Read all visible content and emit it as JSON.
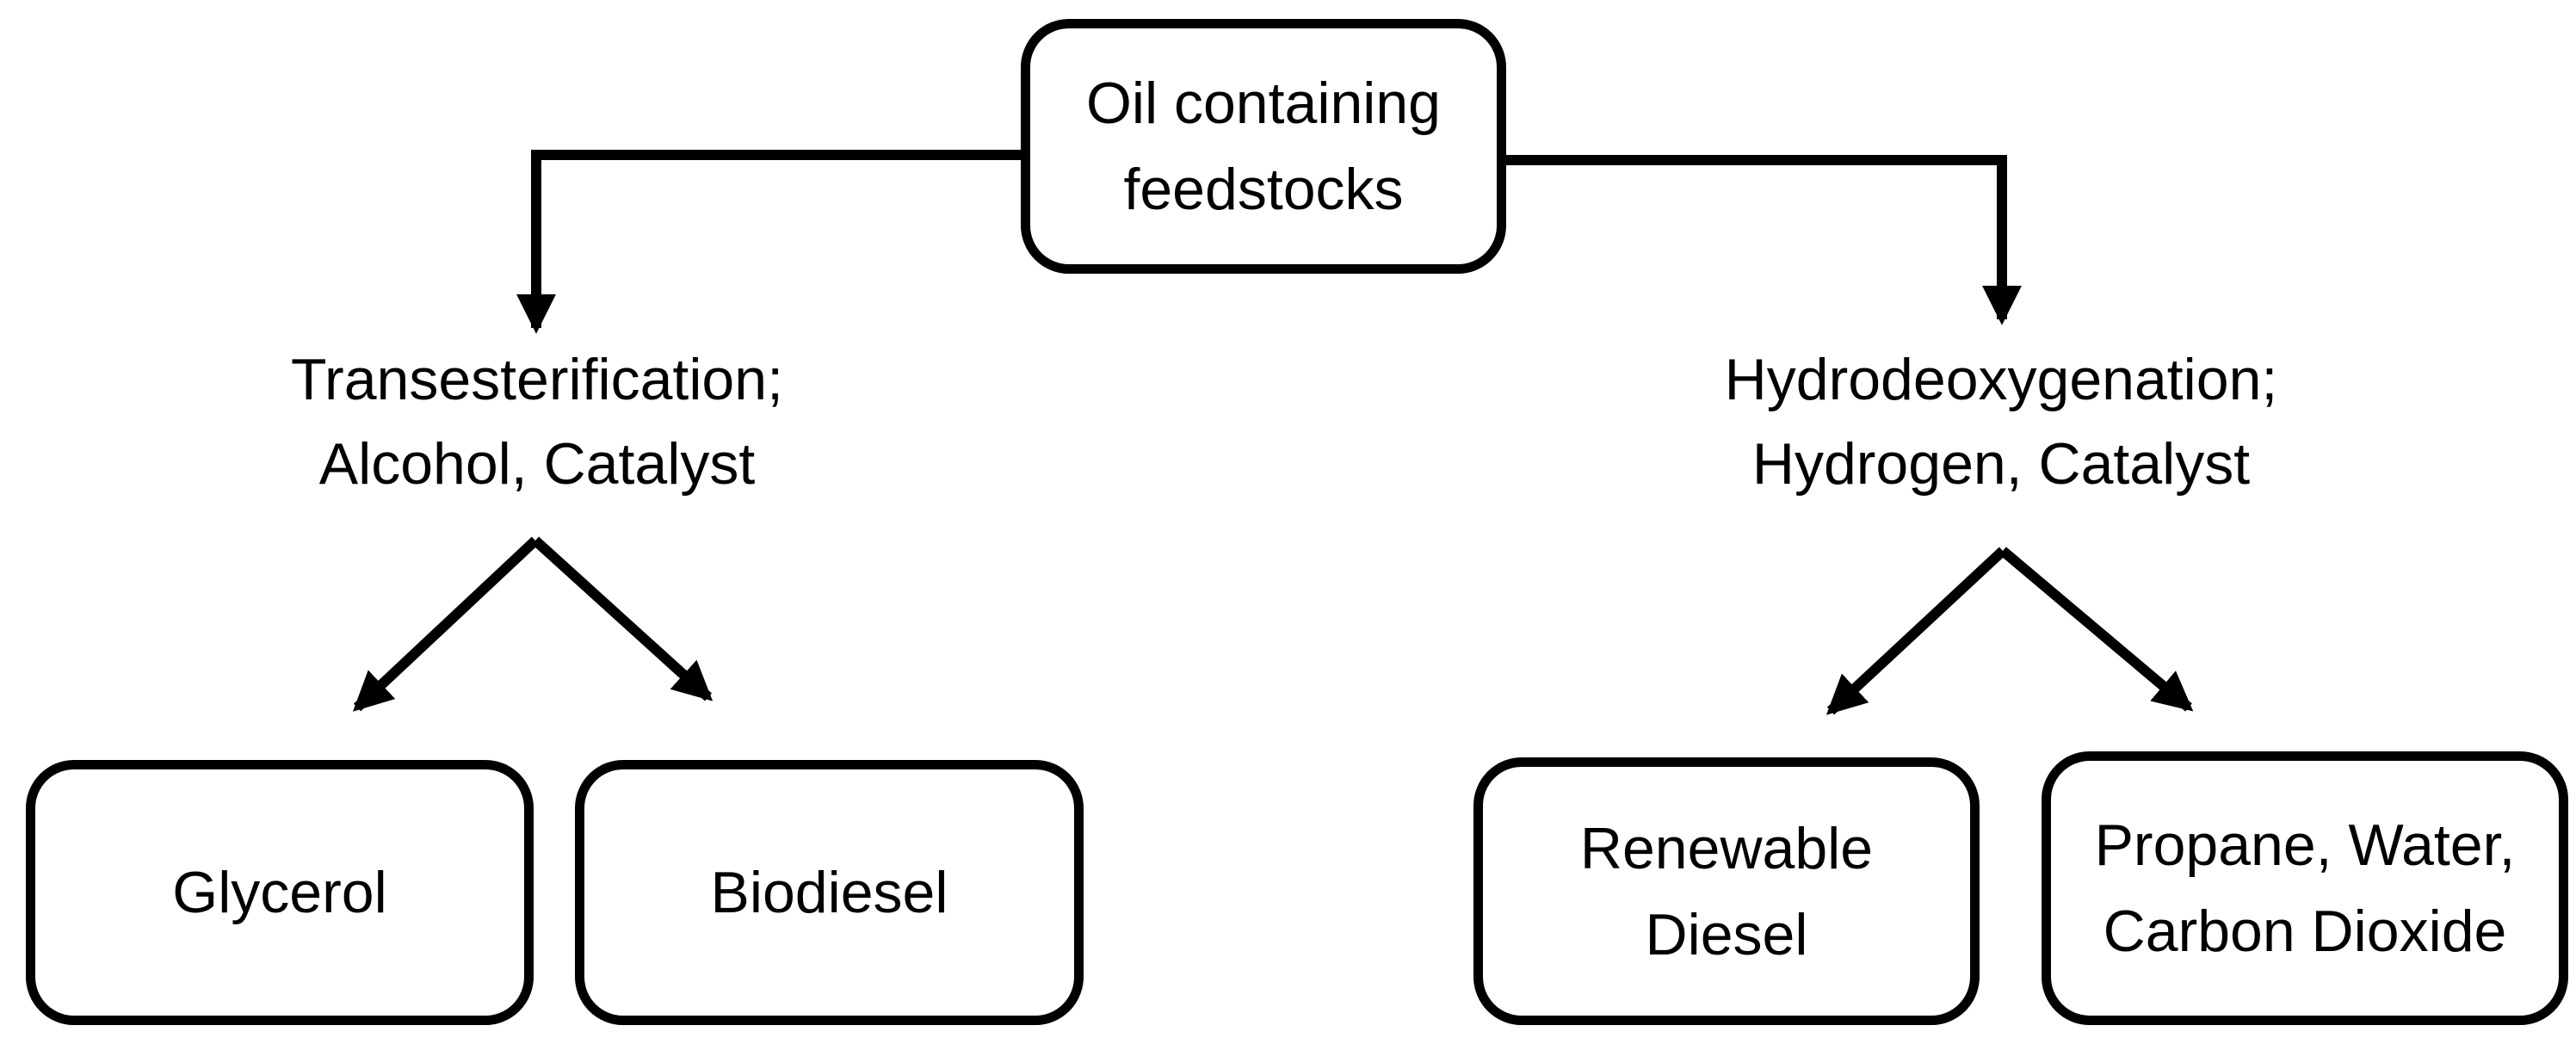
{
  "colors": {
    "ink": "#000000",
    "background": "#ffffff"
  },
  "nodes": {
    "root": {
      "lines": [
        "Oil containing",
        "feedstocks"
      ]
    },
    "left_process": {
      "lines": [
        "Transesterification;",
        "Alcohol, Catalyst"
      ]
    },
    "right_process": {
      "lines": [
        "Hydrodeoxygenation;",
        "Hydrogen, Catalyst"
      ]
    },
    "glycerol": {
      "label": "Glycerol"
    },
    "biodiesel": {
      "label": "Biodiesel"
    },
    "renewable_diesel": {
      "lines": [
        "Renewable",
        "Diesel"
      ]
    },
    "propane_water_co2": {
      "lines": [
        "Propane, Water,",
        "Carbon Dioxide"
      ]
    }
  }
}
